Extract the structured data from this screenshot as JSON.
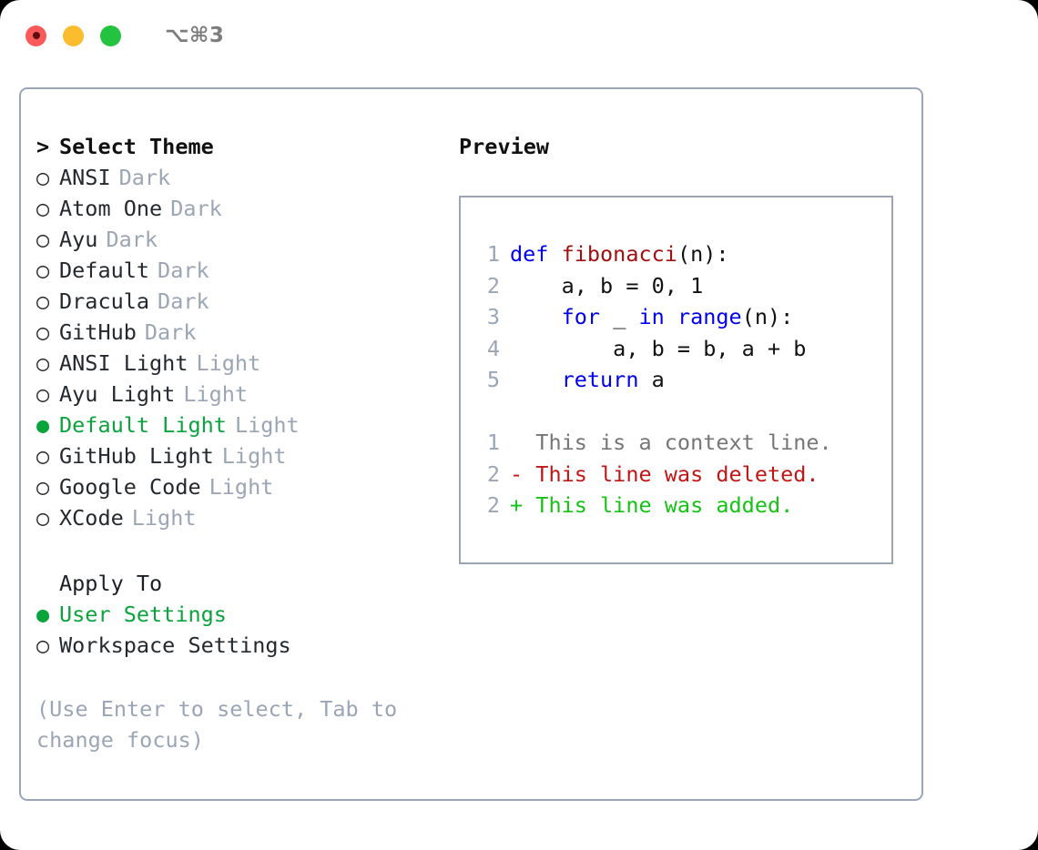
{
  "window": {
    "traffic_lights": [
      "close-button",
      "minimize-button",
      "maximize-button"
    ],
    "shortcut_label": "⌥⌘3"
  },
  "theme_panel": {
    "prompt_marker": ">",
    "header": "Select Theme",
    "marker_unselected": "○",
    "marker_selected": "●",
    "items": [
      {
        "label": "ANSI",
        "tag": "Dark",
        "selected": false
      },
      {
        "label": "Atom One",
        "tag": "Dark",
        "selected": false
      },
      {
        "label": "Ayu",
        "tag": "Dark",
        "selected": false
      },
      {
        "label": "Default",
        "tag": "Dark",
        "selected": false
      },
      {
        "label": "Dracula",
        "tag": "Dark",
        "selected": false
      },
      {
        "label": "GitHub",
        "tag": "Dark",
        "selected": false
      },
      {
        "label": "ANSI Light",
        "tag": "Light",
        "selected": false
      },
      {
        "label": "Ayu Light",
        "tag": "Light",
        "selected": false
      },
      {
        "label": "Default Light",
        "tag": "Light",
        "selected": true
      },
      {
        "label": "GitHub Light",
        "tag": "Light",
        "selected": false
      },
      {
        "label": "Google Code",
        "tag": "Light",
        "selected": false
      },
      {
        "label": "XCode",
        "tag": "Light",
        "selected": false
      }
    ],
    "apply_to": {
      "title": "Apply To",
      "options": [
        {
          "label": "User Settings",
          "selected": true
        },
        {
          "label": "Workspace Settings",
          "selected": false
        }
      ]
    },
    "hint": "(Use Enter to select, Tab to change focus)"
  },
  "preview": {
    "title": "Preview",
    "code_lines": [
      {
        "no": "1",
        "segments": [
          {
            "text": "def ",
            "style": "kw"
          },
          {
            "text": "fibonacci",
            "style": "fn"
          },
          {
            "text": "(n):",
            "style": "pl"
          }
        ]
      },
      {
        "no": "2",
        "segments": [
          {
            "text": "    a, b = 0, 1",
            "style": "pl"
          }
        ]
      },
      {
        "no": "3",
        "segments": [
          {
            "text": "    for",
            "style": "kw"
          },
          {
            "text": " _ ",
            "style": "pl"
          },
          {
            "text": "in range",
            "style": "kw"
          },
          {
            "text": "(n):",
            "style": "pl"
          }
        ]
      },
      {
        "no": "4",
        "segments": [
          {
            "text": "        a, b = b, a + b",
            "style": "pl"
          }
        ]
      },
      {
        "no": "5",
        "segments": [
          {
            "text": "    return",
            "style": "kw"
          },
          {
            "text": " a",
            "style": "pl"
          }
        ]
      }
    ],
    "diff_lines": [
      {
        "no": "1",
        "marker": " ",
        "text": "  This is a context line.",
        "style": "ctx"
      },
      {
        "no": "2",
        "marker": "-",
        "text": "- This line was deleted.",
        "style": "del"
      },
      {
        "no": "2",
        "marker": "+",
        "text": "+ This line was added.",
        "style": "add"
      }
    ]
  },
  "colors": {
    "accent_green": "#0ba43c",
    "muted": "#9aa5b5",
    "border": "#9aa5b5",
    "keyword": "#0000ee",
    "function": "#a01010",
    "diff_deleted": "#c01616",
    "diff_added": "#15c215",
    "diff_context": "#767676",
    "background": "#ffffff"
  }
}
